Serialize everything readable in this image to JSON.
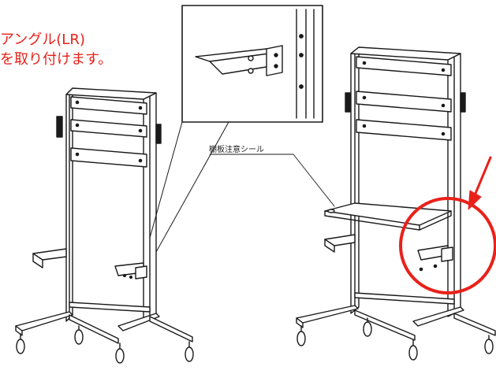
{
  "caption": {
    "line1": "アングル(LR)",
    "line2": "を取り付けます。"
  },
  "callout_label": "棚板注意シール",
  "colors": {
    "highlight": "#e8211a",
    "line": "#1a1a1a"
  }
}
